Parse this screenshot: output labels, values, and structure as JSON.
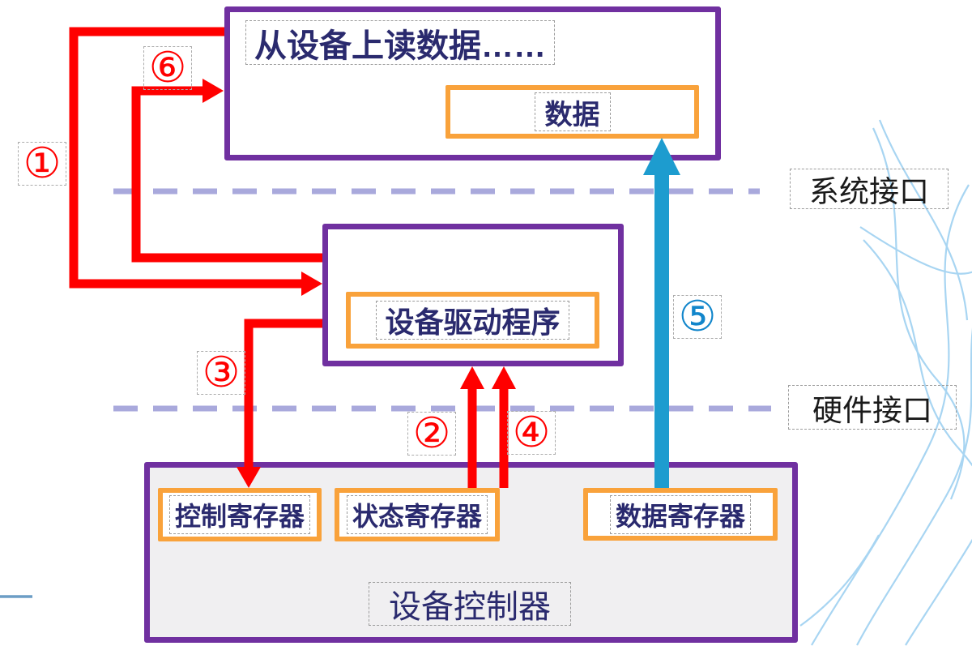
{
  "diagram": {
    "user_program": {
      "title": "从设备上读数据……",
      "data_chip": "数据"
    },
    "driver": {
      "label": "设备驱动程序"
    },
    "controller": {
      "label": "设备控制器",
      "registers": [
        {
          "label": "控制寄存器"
        },
        {
          "label": "状态寄存器"
        },
        {
          "label": "数据寄存器"
        }
      ]
    },
    "interface_labels": {
      "system": "系统接口",
      "hardware": "硬件接口"
    },
    "steps": [
      {
        "glyph": "①"
      },
      {
        "glyph": "②"
      },
      {
        "glyph": "③"
      },
      {
        "glyph": "④"
      },
      {
        "glyph": "⑤"
      },
      {
        "glyph": "⑥"
      }
    ],
    "colors": {
      "box_border_purple": "#7030A0",
      "chip_border_orange": "#F9A23B",
      "text_navy": "#2A2A6E",
      "label_black": "#1A1A1A",
      "arrow_red": "#FF0000",
      "arrow_blue": "#1D9CCF",
      "step5_blue": "#1286CB",
      "interface_dash_lavender": "#A9A9DC",
      "controller_fill_gray": "#F0EFF1",
      "decor_light_blue": "#A8D5F2",
      "footer_line_steel_blue": "#6C9DC5"
    }
  }
}
